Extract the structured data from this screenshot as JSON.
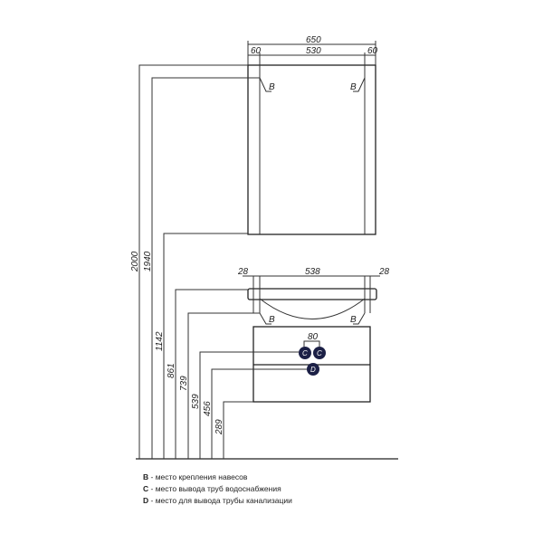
{
  "mirror": {
    "width_total": "650",
    "width_inner": "530",
    "side_left": "60",
    "side_right": "60",
    "mount_left": "B",
    "mount_right": "B"
  },
  "cabinet": {
    "side_left": "28",
    "width_inner": "538",
    "side_right": "28",
    "mount_left": "B",
    "mount_right": "B",
    "pipe_spacing": "80",
    "pipe_c1": "C",
    "pipe_c2": "C",
    "drain": "D"
  },
  "heights": [
    "2000",
    "1940",
    "1142",
    "861",
    "739",
    "539",
    "456",
    "289"
  ],
  "legend": [
    {
      "key": "B",
      "text": " - место крепления навесов"
    },
    {
      "key": "C",
      "text": " - место вывода труб водоснабжения"
    },
    {
      "key": "D",
      "text": " - место для вывода трубы канализации"
    }
  ]
}
